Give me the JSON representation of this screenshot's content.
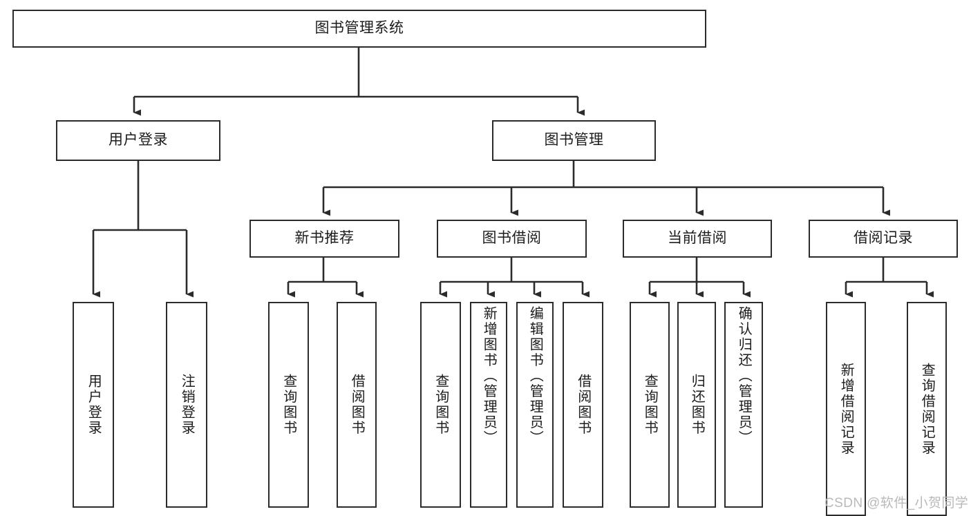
{
  "diagram": {
    "type": "tree-hierarchy",
    "title": "图书管理系统",
    "root": {
      "id": "root",
      "label": "图书管理系统"
    },
    "level1": [
      {
        "id": "user-login",
        "label": "用户登录"
      },
      {
        "id": "book-manage",
        "label": "图书管理"
      }
    ],
    "level2": [
      {
        "id": "new-book-recommend",
        "label": "新书推荐",
        "parent": "book-manage"
      },
      {
        "id": "book-borrow",
        "label": "图书借阅",
        "parent": "book-manage"
      },
      {
        "id": "current-borrow",
        "label": "当前借阅",
        "parent": "book-manage"
      },
      {
        "id": "borrow-record",
        "label": "借阅记录",
        "parent": "book-manage"
      }
    ],
    "leaves": [
      {
        "id": "leaf-user-login",
        "label": "用户登录",
        "parent": "user-login"
      },
      {
        "id": "leaf-logout",
        "label": "注销登录",
        "parent": "user-login"
      },
      {
        "id": "leaf-query-book-1",
        "label": "查询图书",
        "parent": "new-book-recommend"
      },
      {
        "id": "leaf-borrow-book-1",
        "label": "借阅图书",
        "parent": "new-book-recommend"
      },
      {
        "id": "leaf-query-book-2",
        "label": "查询图书",
        "parent": "book-borrow"
      },
      {
        "id": "leaf-add-book",
        "label": "新增图书（管理员）",
        "parent": "book-borrow"
      },
      {
        "id": "leaf-edit-book",
        "label": "编辑图书（管理员）",
        "parent": "book-borrow"
      },
      {
        "id": "leaf-borrow-book-2",
        "label": "借阅图书",
        "parent": "book-borrow"
      },
      {
        "id": "leaf-query-book-3",
        "label": "查询图书",
        "parent": "current-borrow"
      },
      {
        "id": "leaf-return-book",
        "label": "归还图书",
        "parent": "current-borrow"
      },
      {
        "id": "leaf-confirm-return",
        "label": "确认归还（管理员）",
        "parent": "current-borrow"
      },
      {
        "id": "leaf-add-record",
        "label": "新增借阅记录",
        "parent": "borrow-record"
      },
      {
        "id": "leaf-query-record",
        "label": "查询借阅记录",
        "parent": "borrow-record"
      }
    ],
    "colors": {
      "stroke": "#2b2b2b",
      "background": "#ffffff",
      "text": "#1c1c1c",
      "watermark": "#b9b9b9"
    }
  },
  "watermark": {
    "text": "CSDN @软件_小贺同学"
  }
}
